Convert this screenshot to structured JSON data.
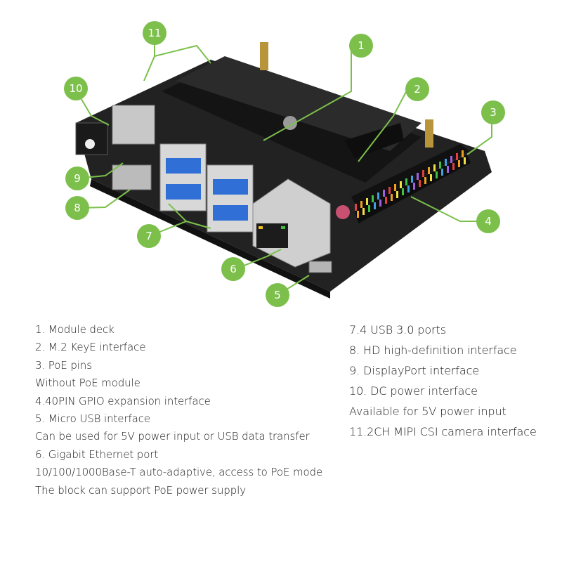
{
  "callouts": [
    {
      "id": "c1",
      "num": "1"
    },
    {
      "id": "c2",
      "num": "2"
    },
    {
      "id": "c3",
      "num": "3"
    },
    {
      "id": "c4",
      "num": "4"
    },
    {
      "id": "c5",
      "num": "5"
    },
    {
      "id": "c6",
      "num": "6"
    },
    {
      "id": "c7",
      "num": "7"
    },
    {
      "id": "c8",
      "num": "8"
    },
    {
      "id": "c9",
      "num": "9"
    },
    {
      "id": "c10",
      "num": "10"
    },
    {
      "id": "c11",
      "num": "11"
    }
  ],
  "colors": {
    "callout": "#7cc04b",
    "board": "#1c1c1c",
    "pcb_edge": "#2a2a2a",
    "usb_blue": "#2f6fd6",
    "metal": "#c9c9c9"
  },
  "legend_left": [
    "1. Module deck",
    "2. M.2 KeyE interface",
    "3. PoE pins",
    "Without PoE module",
    "4.40PIN GPIO expansion interface",
    "5. Micro USB interface",
    "Can be used for 5V power input or USB data transfer",
    "6. Gigabit Ethernet port",
    "10/100/1000Base-T auto-adaptive, access to PoE mode",
    "The block can support PoE power supply"
  ],
  "legend_right": [
    "7.4 USB 3.0 ports",
    "8. HD high-definition interface",
    "9. DisplayPort interface",
    "10. DC power interface",
    "Available for 5V power input",
    "11.2CH MIPI CSI camera interface"
  ]
}
